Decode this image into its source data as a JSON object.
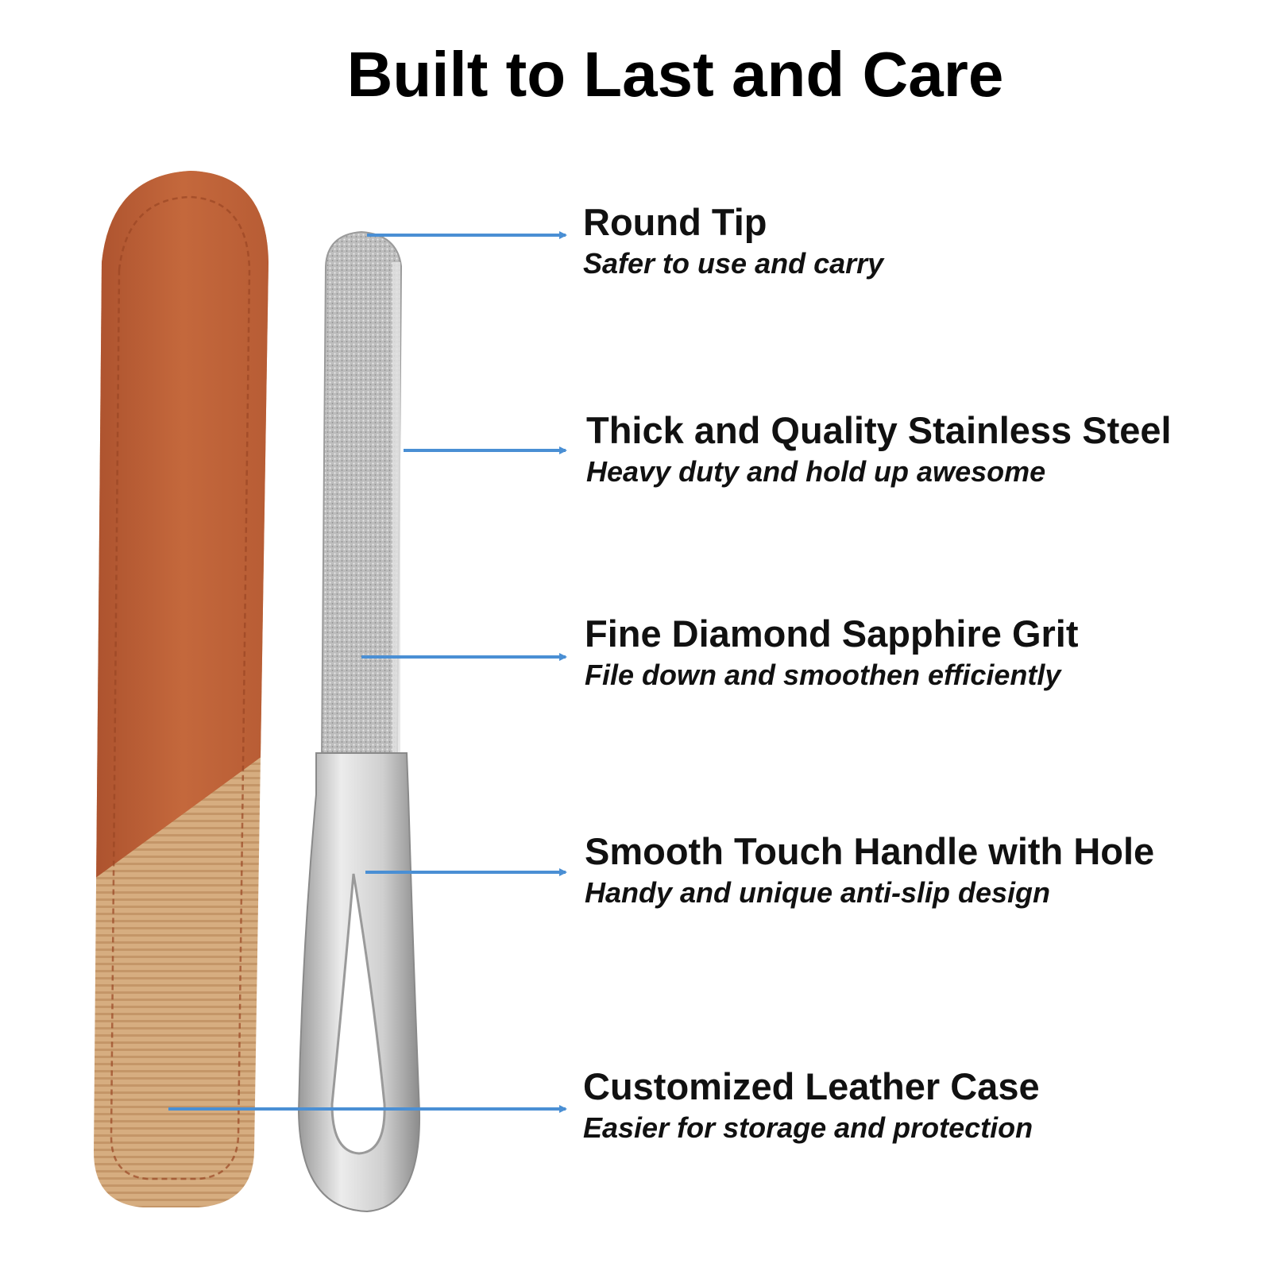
{
  "title": "Built to Last and Care",
  "colors": {
    "arrow": "#4a8fd4",
    "leather": "#c0643a",
    "fabric": "#d3aa7c",
    "steel": "#c8c8c8"
  },
  "features": [
    {
      "title": "Round Tip",
      "desc": "Safer to use and carry"
    },
    {
      "title": "Thick and Quality Stainless Steel",
      "desc": "Heavy duty and hold up awesome"
    },
    {
      "title": "Fine Diamond Sapphire Grit",
      "desc": "File down and smoothen efficiently"
    },
    {
      "title": "Smooth Touch Handle with Hole",
      "desc": "Handy and unique anti-slip design"
    },
    {
      "title": "Customized Leather Case",
      "desc": "Easier for storage and protection"
    }
  ]
}
